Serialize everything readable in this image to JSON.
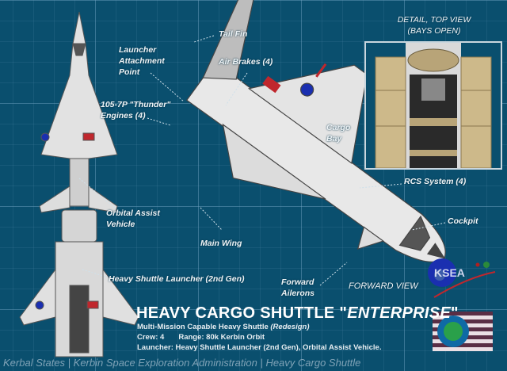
{
  "labels": {
    "tail_fin": "Tail Fin",
    "launcher_attachment": [
      "Launcher",
      "Attachment",
      "Point"
    ],
    "air_brakes": "Air Brakes (4)",
    "engines": [
      "105-7P \"Thunder\"",
      "Engines (4)"
    ],
    "cargo_bay": [
      "Cargo",
      "Bay"
    ],
    "rcs": "RCS System (4)",
    "cockpit": "Cockpit",
    "orbital_assist": [
      "Orbital Assist",
      "Vehicle"
    ],
    "main_wing": "Main Wing",
    "launcher": "Heavy Shuttle Launcher (2nd Gen)",
    "forward_ailerons": [
      "Forward",
      "Ailerons"
    ],
    "forward_view": "FORWARD VIEW",
    "detail": [
      "DETAIL, TOP VIEW",
      "(BAYS OPEN)"
    ]
  },
  "title": {
    "main": "HEAVY CARGO SHUTTLE \"",
    "name": "ENTERPRISE",
    "close": "\"",
    "subtitle": "Multi-Mission Capable Heavy Shuttle",
    "subtitle_note": "(Redesign)",
    "crew": "Crew: 4",
    "range": "Range: 80k Kerbin Orbit",
    "launcher": "Launcher:  Heavy Shuttle Launcher (2nd Gen), Orbital Assist Vehicle."
  },
  "logo": {
    "text": "KSEA",
    "blue": "#1a2fb0",
    "red": "#c0272d"
  },
  "footer": "Kerbal States | Kerbin Space Exploration Administration | Heavy Cargo Shuttle",
  "colors": {
    "background": "#0a4f6e",
    "hull": "#e6e6e6",
    "bay_door": "#cdb98a"
  }
}
